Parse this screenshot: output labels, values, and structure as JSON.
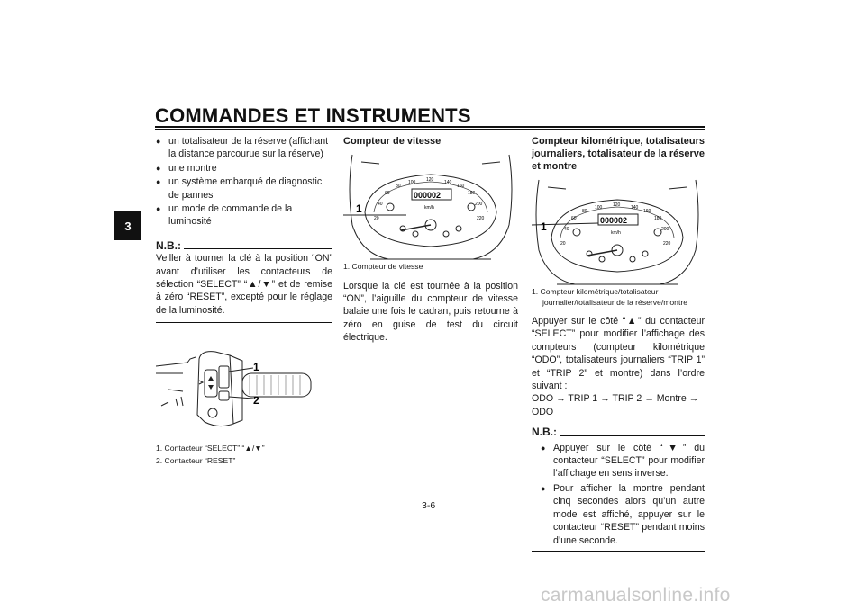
{
  "header": {
    "title": "COMMANDES ET INSTRUMENTS",
    "chapter": "3"
  },
  "col1": {
    "bullets": [
      "un totalisateur de la réserve (affichant la distance parcourue sur la réserve)",
      "une montre",
      "un système embarqué de diagnostic de pannes",
      "un mode de commande de la luminosité"
    ],
    "nb_label": "N.B.:",
    "nb_text": "Veiller à tourner la clé à la position “ON” avant d’utiliser les contacteurs de sélection “SELECT” “▲/▼” et de remise à zéro “RESET”, excepté pour le réglage de la luminosité.",
    "fig_callouts": [
      "1",
      "2"
    ],
    "captions": [
      "1. Contacteur “SELECT” “▲/▼”",
      "2. Contacteur “RESET”"
    ]
  },
  "col2": {
    "title": "Compteur de vitesse",
    "fig_callout": "1",
    "caption": "1. Compteur de vitesse",
    "body": "Lorsque la clé est tournée à la position “ON”, l’aiguille du compteur de vitesse balaie une fois le cadran, puis retourne à zéro en guise de test du circuit électrique."
  },
  "col3": {
    "title": "Compteur kilométrique, totalisateurs journaliers, totalisateur de la réserve et montre",
    "fig_callout": "1",
    "caption": "1. Compteur kilométrique/totalisateur journalier/totalisateur de la réserve/montre",
    "body1": "Appuyer sur le côté “▲” du contacteur “SELECT” pour modifier l’affichage des compteurs (compteur kilométrique “ODO”, totalisateurs journaliers “TRIP 1” et “TRIP 2” et montre) dans l’ordre suivant :",
    "sequence": "ODO → TRIP 1 → TRIP 2 → Montre → ODO",
    "nb_label": "N.B.:",
    "nb_bullets": [
      "Appuyer sur le côté “▼” du contacteur “SELECT” pour modifier l’affichage en sens inverse.",
      "Pour afficher la montre pendant cinq secondes alors qu’un autre mode est affiché, appuyer sur le contacteur “RESET” pendant moins d’une seconde."
    ]
  },
  "gauge": {
    "odometer": "000002",
    "unit": "km/h",
    "scale": [
      "20",
      "40",
      "60",
      "80",
      "100",
      "120",
      "140",
      "160",
      "180",
      "200",
      "220"
    ]
  },
  "footer": {
    "page_number": "3-6",
    "watermark": "carmanualsonline.info"
  }
}
